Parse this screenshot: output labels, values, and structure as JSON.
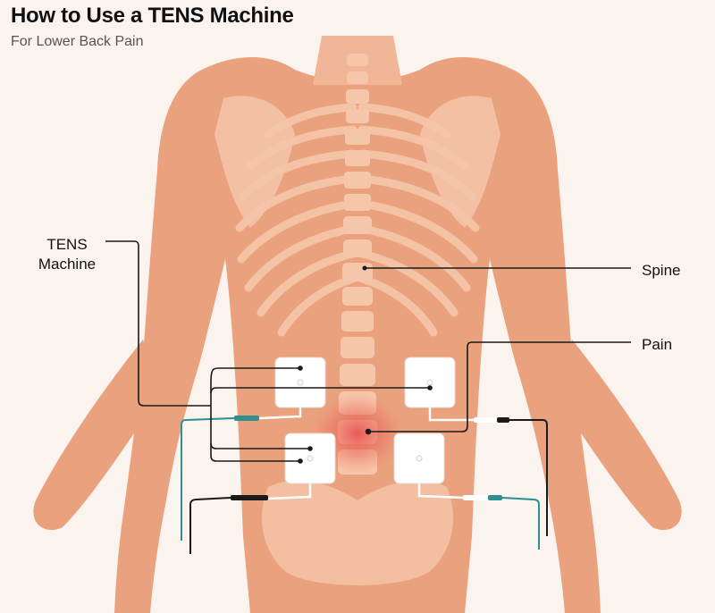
{
  "header": {
    "title": "How to Use a TENS Machine",
    "subtitle": "For Lower Back Pain"
  },
  "labels": {
    "tens_line1": "TENS",
    "tens_line2": "Machine",
    "spine": "Spine",
    "pain": "Pain"
  },
  "colors": {
    "background": "#fbf3ee",
    "skin": "#e9a17e",
    "skin_light": "#f0b697",
    "bone": "#f6c6aa",
    "pad": "#ffffff",
    "lead_line": "#1a1a1a",
    "wire_teal": "#2f8f8f",
    "pain_glow": "#e8484a"
  }
}
